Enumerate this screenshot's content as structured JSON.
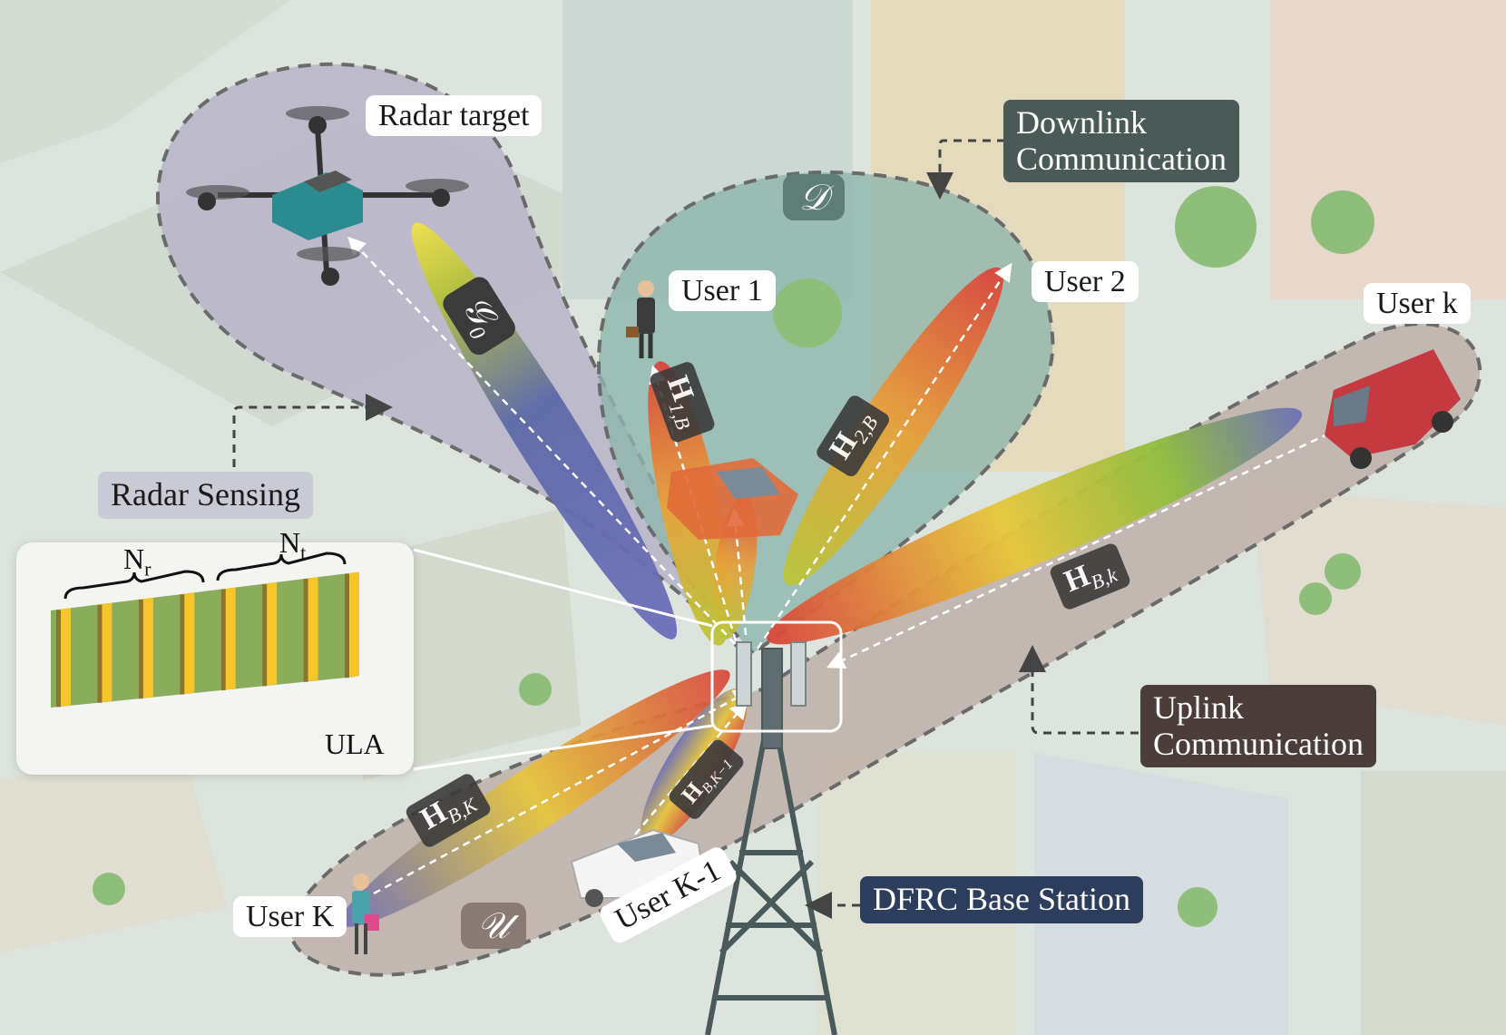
{
  "labels": {
    "radar_target": "Radar target",
    "downlink_line1": "Downlink",
    "downlink_line2": "Communication",
    "user_1": "User 1",
    "user_2": "User 2",
    "user_k": "User k",
    "radar_sensing": "Radar Sensing",
    "uplink_line1": "Uplink",
    "uplink_line2": "Communication",
    "ula": "ULA",
    "user_K": "User K",
    "user_K_minus_1": "User K-1",
    "dfrc_base_station": "DFRC Base Station"
  },
  "symbols": {
    "region_D": "𝒟",
    "region_U": "𝒰",
    "radar_channel": "𝒢",
    "radar_channel_sub": "0"
  },
  "channels": {
    "h1b": {
      "main": "H",
      "sub": "1,B"
    },
    "h2b": {
      "main": "H",
      "sub": "2,B"
    },
    "hbk_small": {
      "main": "H",
      "sub": "B,k"
    },
    "hbK": {
      "main": "H",
      "sub": "B,K"
    },
    "hbK1": {
      "main": "H",
      "sub": "B,K−1"
    }
  },
  "array": {
    "nr_label_main": "N",
    "nr_label_sub": "r",
    "nt_label_main": "N",
    "nt_label_sub": "t",
    "elements": 8
  },
  "colors": {
    "radar_region": "#b7b3c9",
    "downlink_region": "#8fb5ab",
    "uplink_region": "#b9a8a2",
    "downlink_tag": "#4a5a56",
    "uplink_tag": "#4a3d3a",
    "dfrc_tag": "#2d3d5c",
    "radar_tag": "#c9cad3",
    "element_yellow": "#f6c529",
    "element_green": "#8aad5c"
  }
}
